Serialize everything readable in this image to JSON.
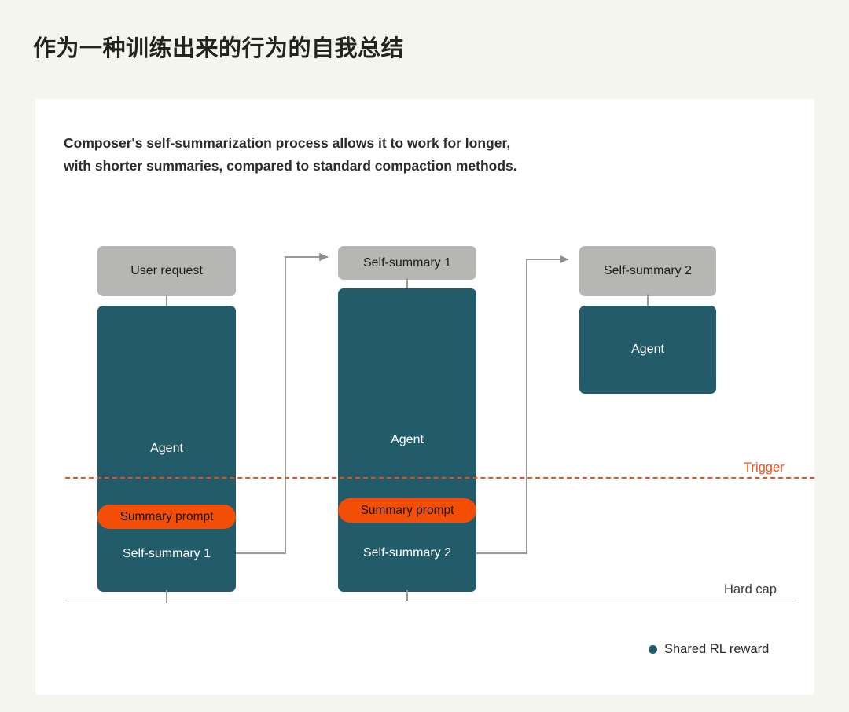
{
  "page": {
    "title": "作为一种训练出来的行为的自我总结",
    "background_color": "#f5f5f0",
    "card_background_color": "#ffffff"
  },
  "card": {
    "caption_line_1": "Composer's self-summarization process allows it to work for longer,",
    "caption_line_2": "with shorter summaries, compared to standard compaction methods."
  },
  "diagram": {
    "type": "process-flow",
    "colors": {
      "teal": "#225c6b",
      "gray": "#b6b6b4",
      "orange": "#f44e06",
      "trigger": "#ee4d13",
      "connector": "#9a9a98"
    },
    "columns": [
      {
        "id": "col-1",
        "input_label": "User request",
        "agent_label": "Agent",
        "summary_prompt_label": "Summary prompt",
        "output_label": "Self-summary 1"
      },
      {
        "id": "col-2",
        "input_label": "Self-summary 1",
        "agent_label": "Agent",
        "summary_prompt_label": "Summary prompt",
        "output_label": "Self-summary 2"
      },
      {
        "id": "col-3",
        "input_label": "Self-summary 2",
        "agent_label": "Agent",
        "summary_prompt_label": null,
        "output_label": null
      }
    ],
    "trigger_label": "Trigger",
    "hard_cap_label": "Hard cap",
    "legend": {
      "dot_color": "#225c6b",
      "label": "Shared RL reward"
    }
  }
}
